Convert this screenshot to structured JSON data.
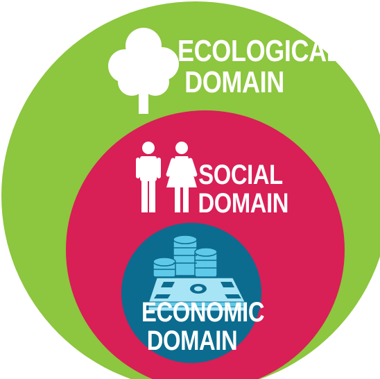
{
  "ecological": {
    "line1": "ECOLOGICAL",
    "line2": "DOMAIN",
    "color": "#8dc63f",
    "icon": "tree-icon"
  },
  "social": {
    "line1": "SOCIAL",
    "line2": "DOMAIN",
    "color": "#d81f56",
    "icon": "people-icon"
  },
  "economic": {
    "line1": "ECONOMIC",
    "line2": "DOMAIN",
    "color": "#0b6c8f",
    "icon": "money-icon"
  }
}
